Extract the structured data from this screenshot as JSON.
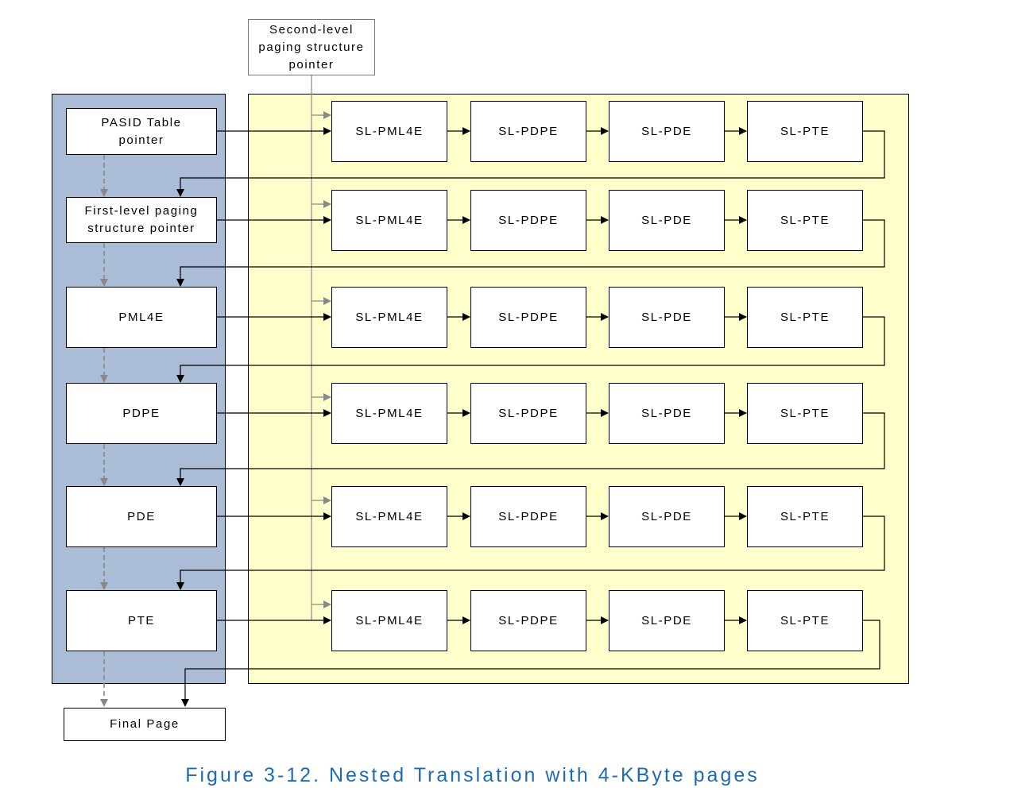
{
  "second_level_pointer": "Second-level\npaging structure\npointer",
  "first_level_chain": [
    "PASID Table\npointer",
    "First-level paging\nstructure pointer",
    "PML4E",
    "PDPE",
    "PDE",
    "PTE"
  ],
  "final_page": "Final Page",
  "second_level_chain_labels": [
    "SL-PML4E",
    "SL-PDPE",
    "SL-PDE",
    "SL-PTE"
  ],
  "caption": "Figure 3-12.  Nested Translation with 4-KByte pages",
  "colors": {
    "first_level_panel": "#aabcd6",
    "second_level_panel": "#ffffcc",
    "caption": "#1f6bb0",
    "second_level_pointer_line": "#888888",
    "dashed_link": "#888888"
  }
}
